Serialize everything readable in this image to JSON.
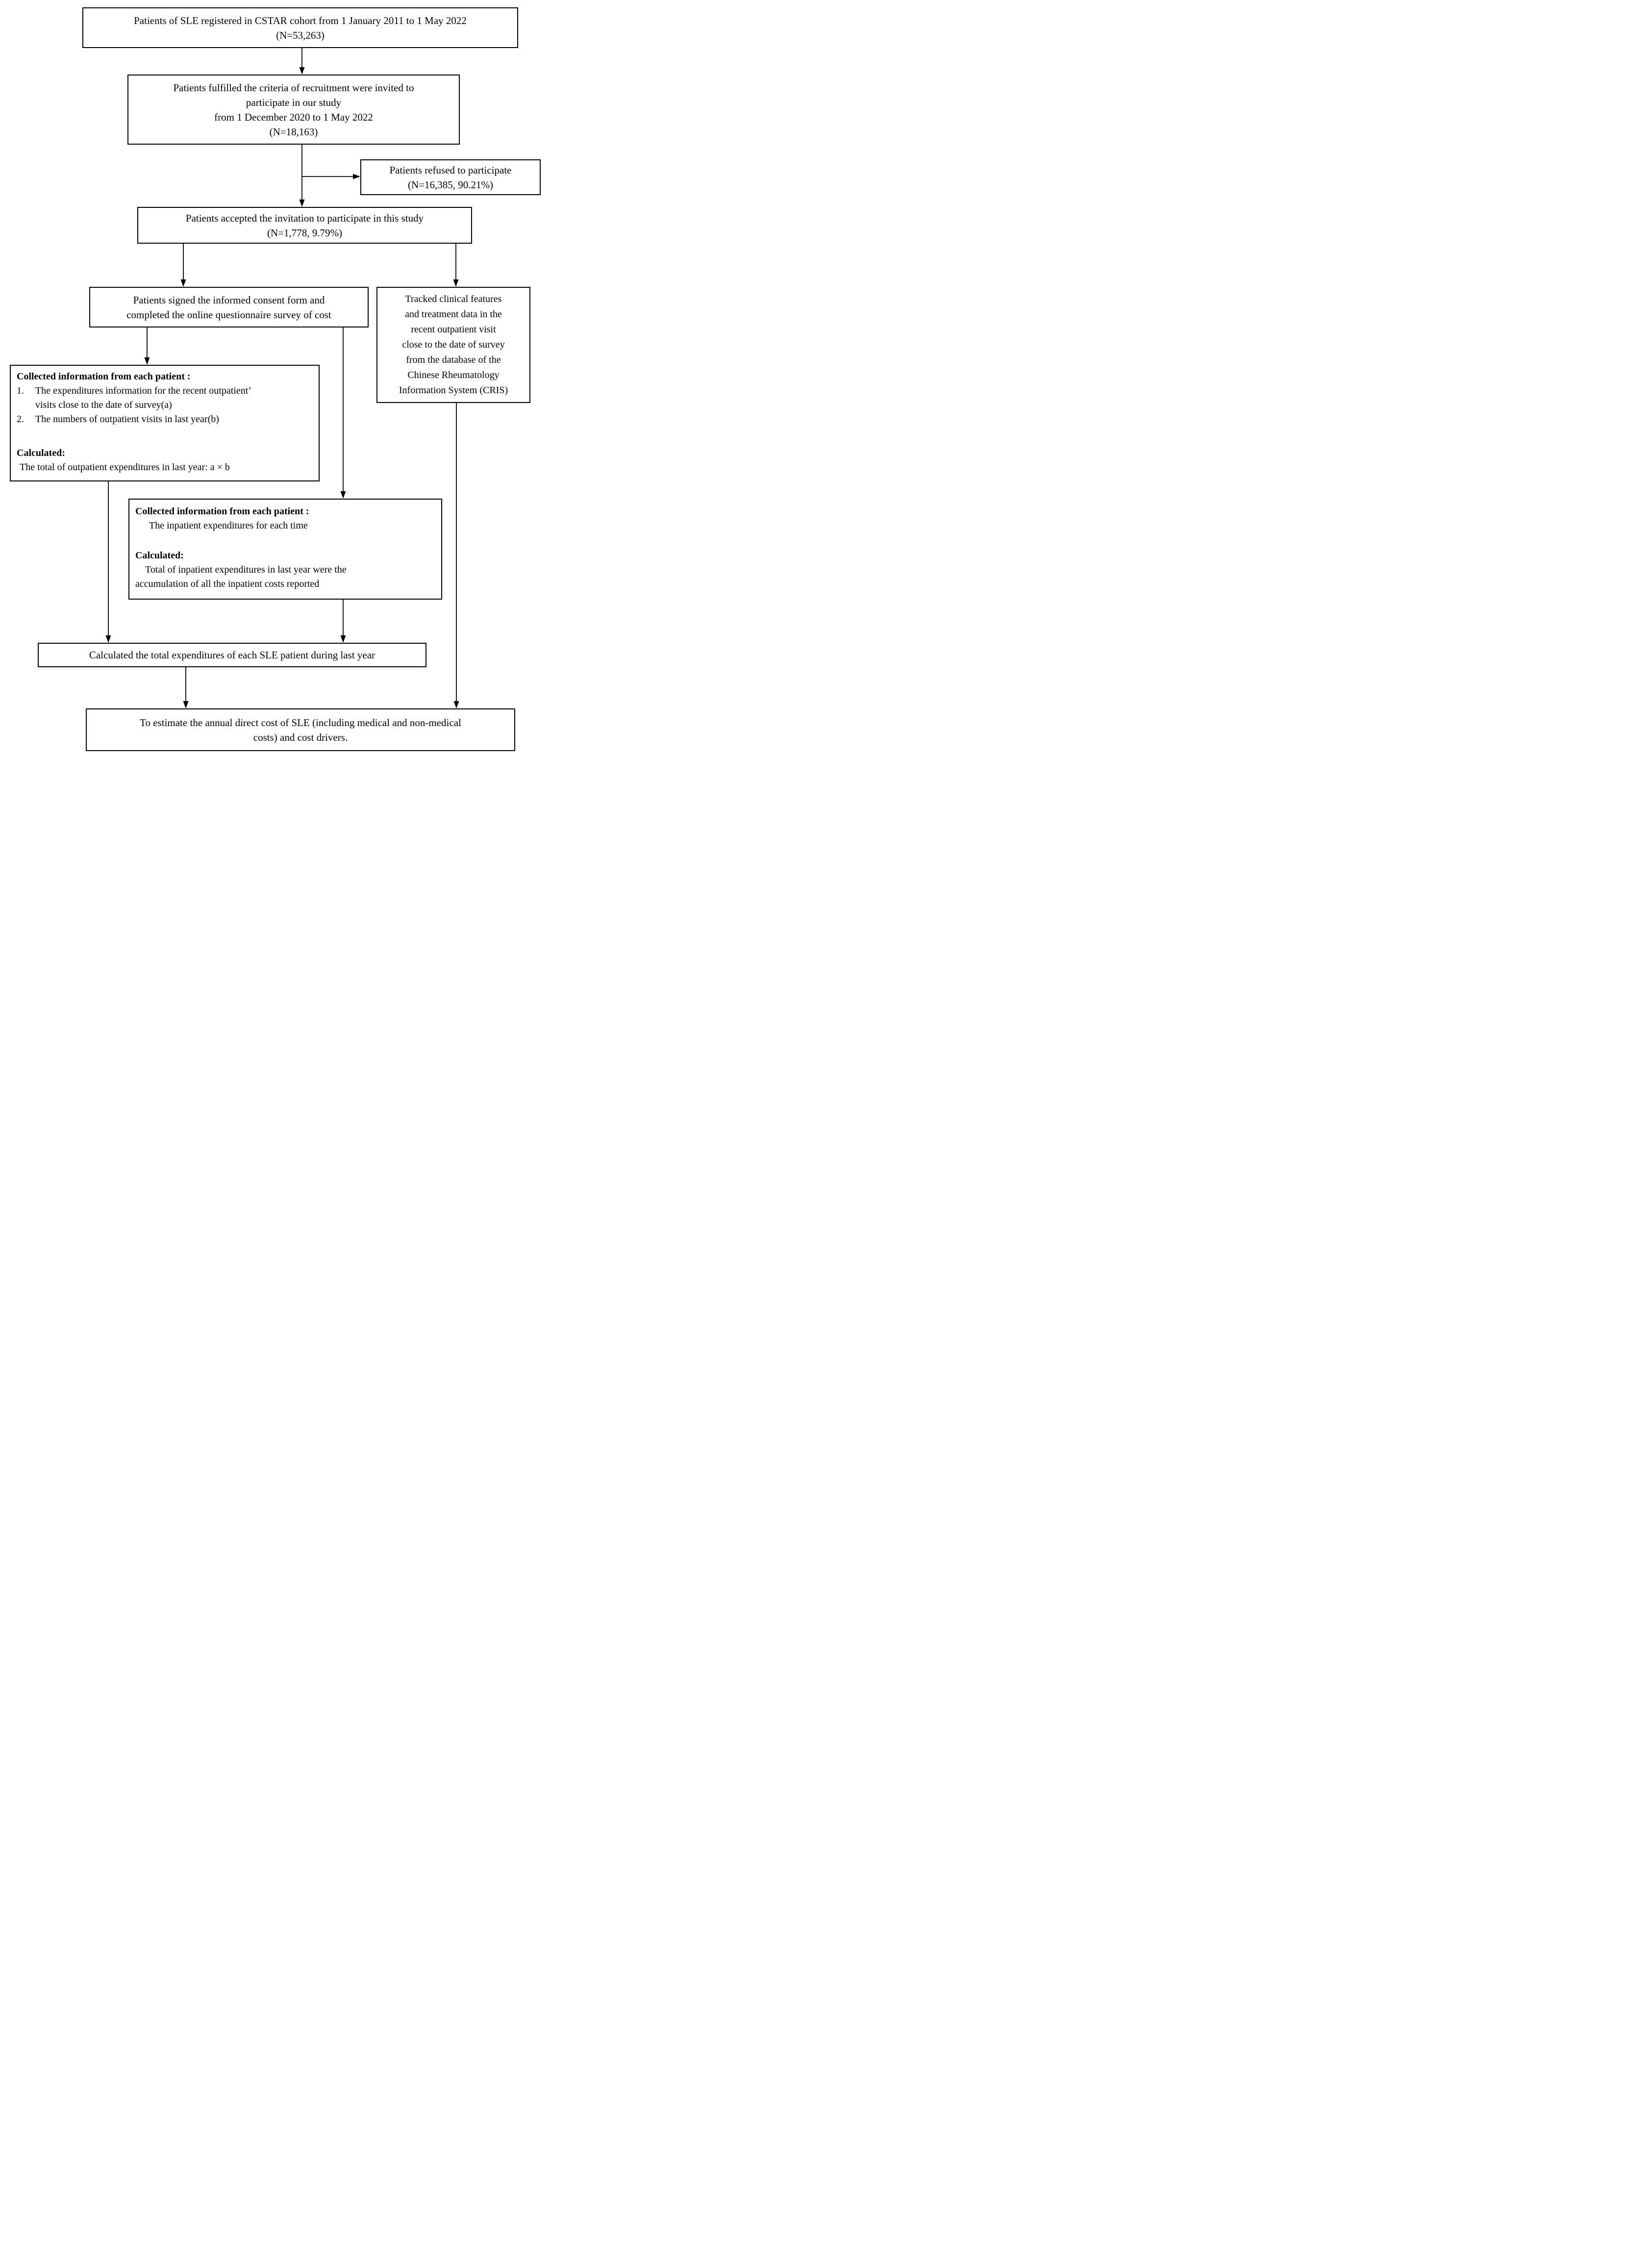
{
  "figure": {
    "boxes": {
      "cohort": {
        "lines": [
          "Patients of SLE  registered in CSTAR cohort from 1 January 2011 to 1 May 2022",
          "(N=53,263)"
        ]
      },
      "invited": {
        "lines": [
          "Patients fulfilled the criteria of recruitment were invited to",
          "participate in our study",
          "from 1 December 2020 to 1 May  2022",
          "(N=18,163)"
        ]
      },
      "refused": {
        "lines": [
          "Patients  refused to participate",
          "(N=16,385, 90.21%)"
        ]
      },
      "accepted": {
        "lines": [
          "Patients accepted the invitation to participate in this study",
          "(N=1,778, 9.79%)"
        ]
      },
      "consent": {
        "lines": [
          "Patients signed the informed consent form and",
          "completed the online questionnaire survey of cost"
        ]
      },
      "cris": {
        "lines": [
          "Tracked clinical features",
          "and treatment data in the",
          "recent outpatient visit",
          "close to the date of survey",
          "from the database of the",
          "Chinese Rheumatology",
          "Information System (CRIS)"
        ]
      },
      "outpatient": {
        "heading": "Collected information from each patient :",
        "items": [
          {
            "num": "1.",
            "text": "The expenditures information  for the recent outpatient’ visits close to the date of survey(a)"
          },
          {
            "num": "2.",
            "text": "The numbers of outpatient visits in last year(b)"
          }
        ],
        "calc_heading": "Calculated:",
        "calc_text": "The total of outpatient expenditures in last year:  a × b"
      },
      "inpatient": {
        "heading": "Collected information from each patient :",
        "item": "The inpatient expenditures for each time",
        "calc_heading": "Calculated:",
        "calc_text": "Total of inpatient expenditures in last year  were the accumulation of all the inpatient costs reported"
      },
      "total": {
        "lines": [
          "Calculated  the total expenditures of each SLE patient during last year"
        ]
      },
      "estimate": {
        "lines": [
          "To estimate the annual direct cost of SLE (including medical and non-medical",
          "costs) and cost drivers."
        ]
      }
    }
  }
}
